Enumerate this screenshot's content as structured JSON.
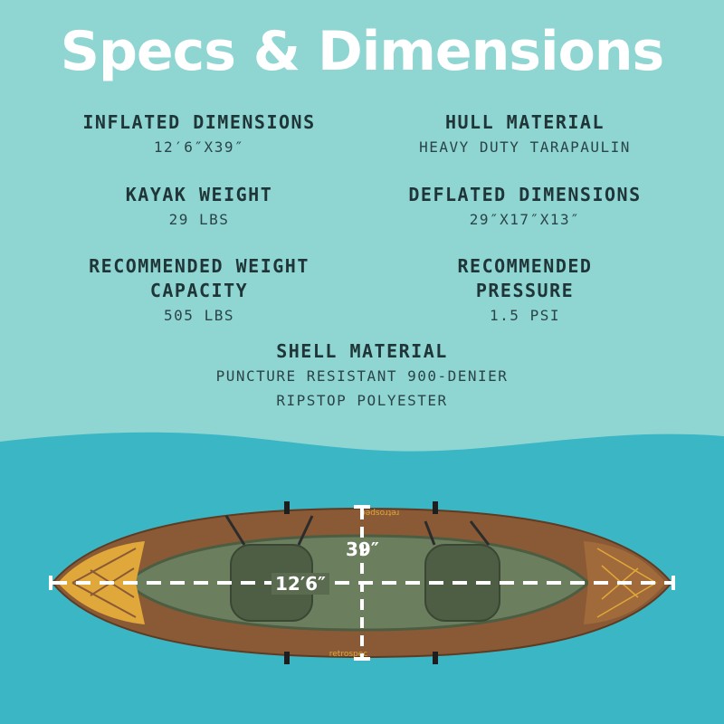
{
  "title": "Specs & Dimensions",
  "specs": {
    "inflated_dimensions": {
      "label": "INFLATED DIMENSIONS",
      "value": "12′6″X39″"
    },
    "hull_material": {
      "label": "HULL MATERIAL",
      "value": "HEAVY DUTY TARAPAULIN"
    },
    "kayak_weight": {
      "label": "KAYAK WEIGHT",
      "value": "29 LBS"
    },
    "deflated_dimensions": {
      "label": "DEFLATED DIMENSIONS",
      "value": "29″X17″X13″"
    },
    "recommended_weight_capacity": {
      "label_line1": "RECOMMENDED WEIGHT",
      "label_line2": "CAPACITY",
      "value": "505 LBS"
    },
    "recommended_pressure": {
      "label_line1": "RECOMMENDED",
      "label_line2": "PRESSURE",
      "value": "1.5 PSI"
    },
    "shell_material": {
      "label": "SHELL MATERIAL",
      "value_line1": "PUNCTURE RESISTANT 900-DENIER",
      "value_line2": "RIPSTOP POLYESTER"
    }
  },
  "diagram": {
    "width_label": "39″",
    "length_label": "12′6″",
    "brand_text": "retrospec"
  },
  "colors": {
    "top_background": "#8fd6d3",
    "water": "#3bb6c4",
    "kayak_hull": "#8a5a36",
    "kayak_inner": "#6b7f5e",
    "deck_pad": "#e0a83a",
    "dimension_line": "#ffffff"
  }
}
